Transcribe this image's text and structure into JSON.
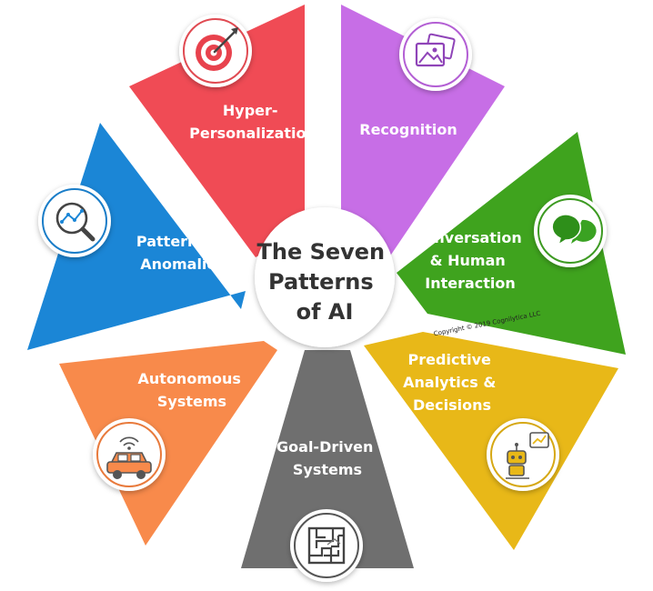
{
  "center": {
    "lines": [
      "The Seven",
      "Patterns",
      "of AI"
    ]
  },
  "copyright": "Copyright © 2019 Cognilytica LLC",
  "segments": [
    {
      "name": "hyper-personalization",
      "lines": [
        "Hyper-",
        "Personalization"
      ],
      "color": "#f04b55",
      "icon": "target-icon"
    },
    {
      "name": "recognition",
      "lines": [
        "Recognition"
      ],
      "color": "#c76ee6",
      "icon": "image-gallery-icon"
    },
    {
      "name": "conversation",
      "lines": [
        "Conversation",
        "& Human",
        "Interaction"
      ],
      "color": "#3fa31e",
      "icon": "chat-bubbles-icon"
    },
    {
      "name": "predictive-analytics",
      "lines": [
        "Predictive",
        "Analytics &",
        "Decisions"
      ],
      "color": "#e8b818",
      "icon": "robot-chart-icon"
    },
    {
      "name": "goal-driven",
      "lines": [
        "Goal-Driven",
        "Systems"
      ],
      "color": "#6f6f6f",
      "icon": "maze-icon"
    },
    {
      "name": "autonomous",
      "lines": [
        "Autonomous",
        "Systems"
      ],
      "color": "#f88a4b",
      "icon": "autonomous-car-icon"
    },
    {
      "name": "patterns-anomalies",
      "lines": [
        "Patterns &",
        "Anomalies"
      ],
      "color": "#1b86d6",
      "icon": "magnifier-graph-icon"
    }
  ]
}
